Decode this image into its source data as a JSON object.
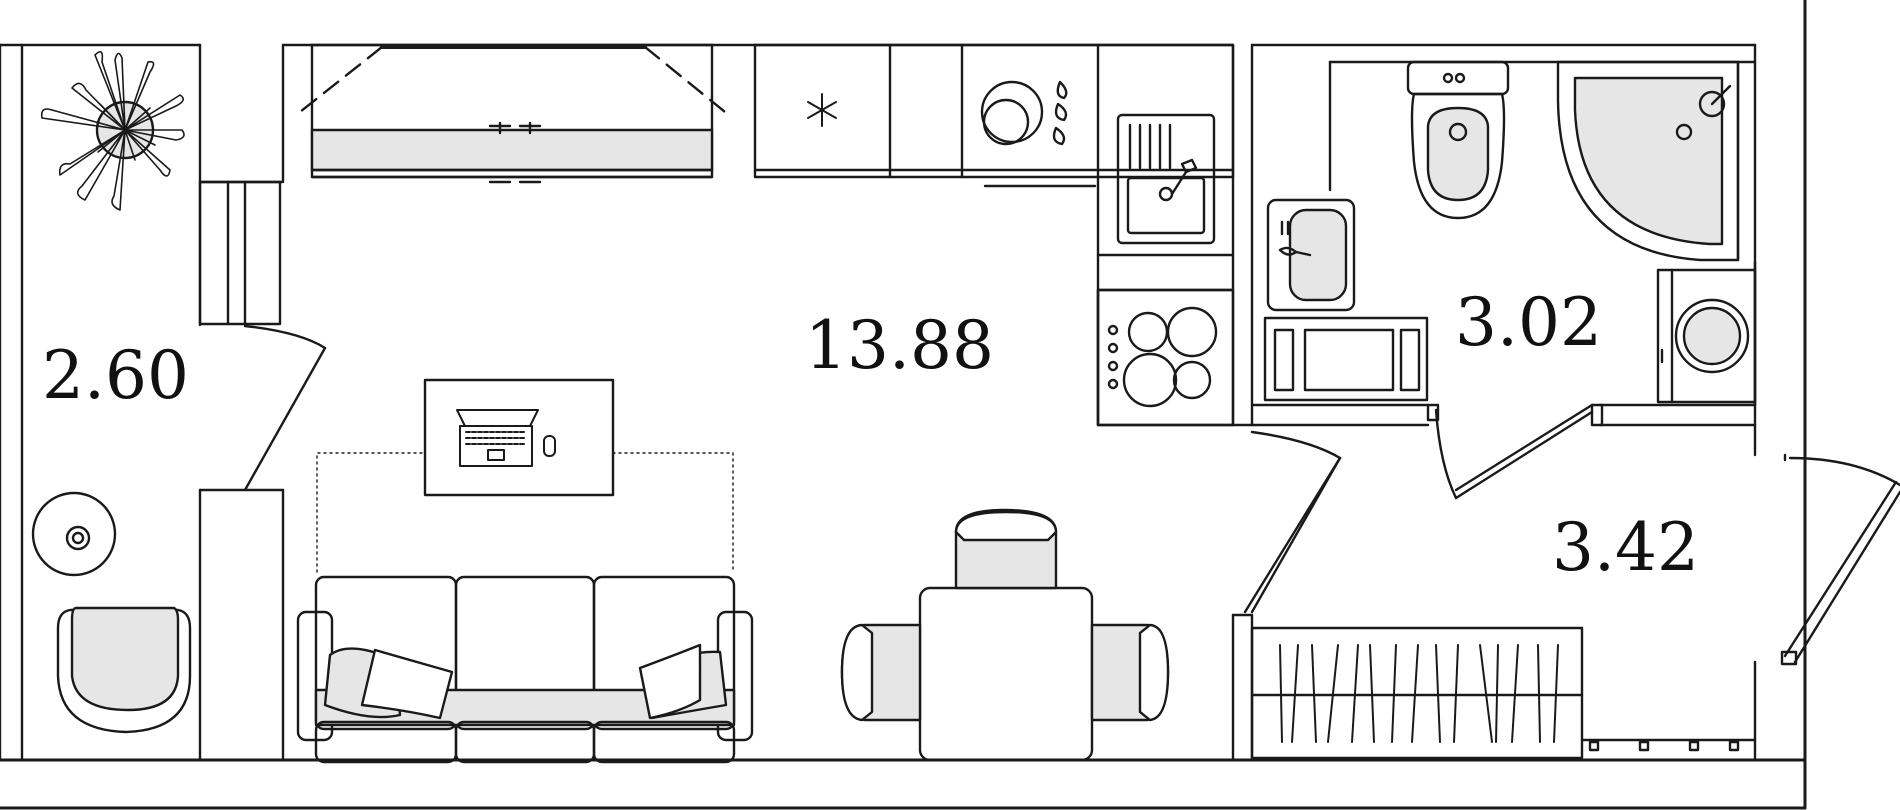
{
  "floor_plan": {
    "rooms": [
      {
        "id": "balcony",
        "area": "2.60"
      },
      {
        "id": "living-kitchen",
        "area": "13.88"
      },
      {
        "id": "bathroom",
        "area": "3.02"
      },
      {
        "id": "hallway",
        "area": "3.42"
      }
    ]
  },
  "colors": {
    "line": "#1a1a1a",
    "fixture_fill": "#e6e6e6",
    "background": "#ffffff"
  }
}
